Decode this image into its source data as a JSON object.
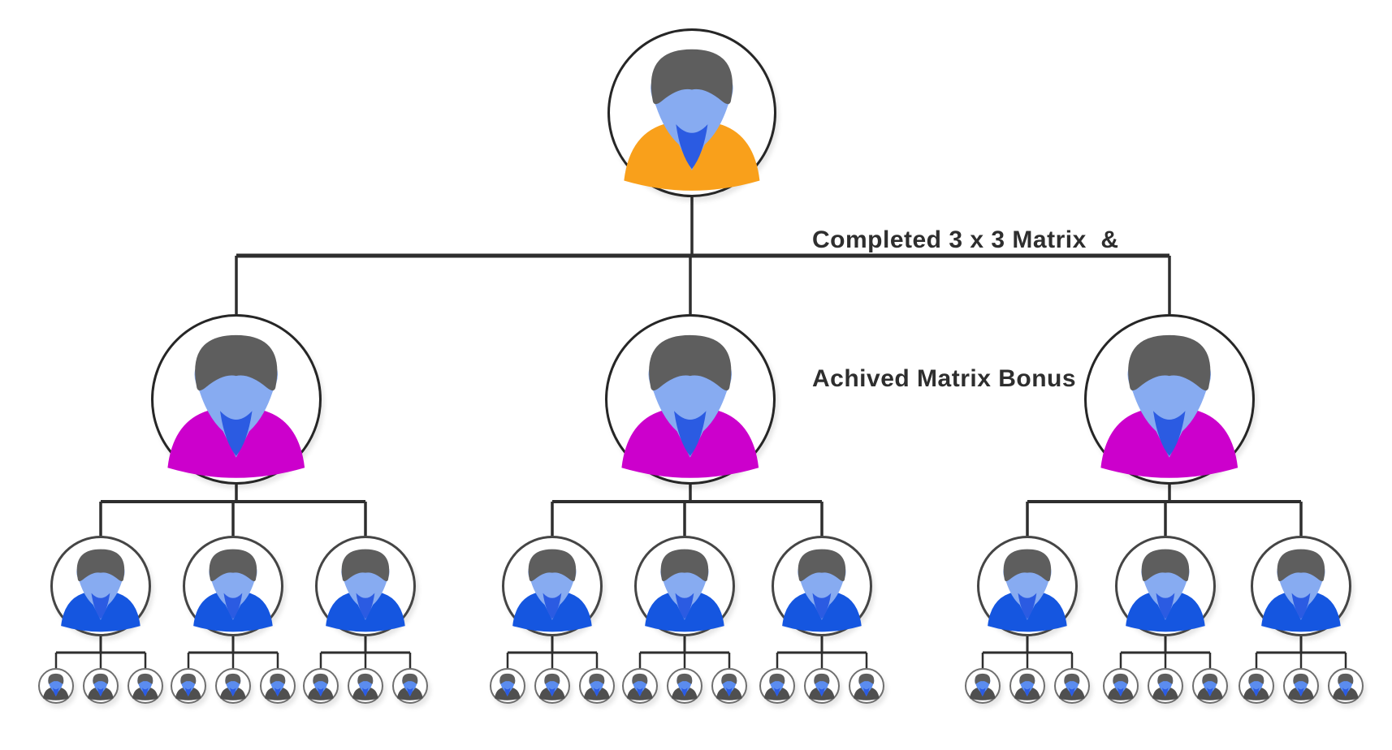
{
  "annotation": {
    "line1": "Completed 3 x 3 Matrix  &",
    "line2": "Achived Matrix Bonus"
  },
  "colors": {
    "root_shirt": "#F9A01B",
    "level2_shirt": "#CC00CC",
    "level3_shirt": "#1556E0",
    "level4_shirt": "#4F4F4F",
    "face_large": "#87ABF1",
    "face_small": "#5B8CEF",
    "neck": "#2B5BE2",
    "hair": "#5E5E5E",
    "connector": "#2e2e2e",
    "annotation_text": "#2e2e2e",
    "background": "#ffffff"
  },
  "chart_data": {
    "type": "tree",
    "description": "3 x 3 forced matrix downline diagram: one completed member on top, 3 direct members, 9 second-level members, 27 third-level members",
    "branching_factor": 3,
    "depth": 4,
    "levels": [
      {
        "level": 1,
        "role": "completed-member",
        "count": 1,
        "shirt_color": "#F9A01B"
      },
      {
        "level": 2,
        "role": "direct-downline",
        "count": 3,
        "shirt_color": "#CC00CC"
      },
      {
        "level": 3,
        "role": "second-level-downline",
        "count": 9,
        "shirt_color": "#1556E0"
      },
      {
        "level": 4,
        "role": "third-level-downline",
        "count": 27,
        "shirt_color": "#4F4F4F"
      }
    ],
    "annotation": "Completed 3 x 3 Matrix  & Achived Matrix Bonus"
  }
}
